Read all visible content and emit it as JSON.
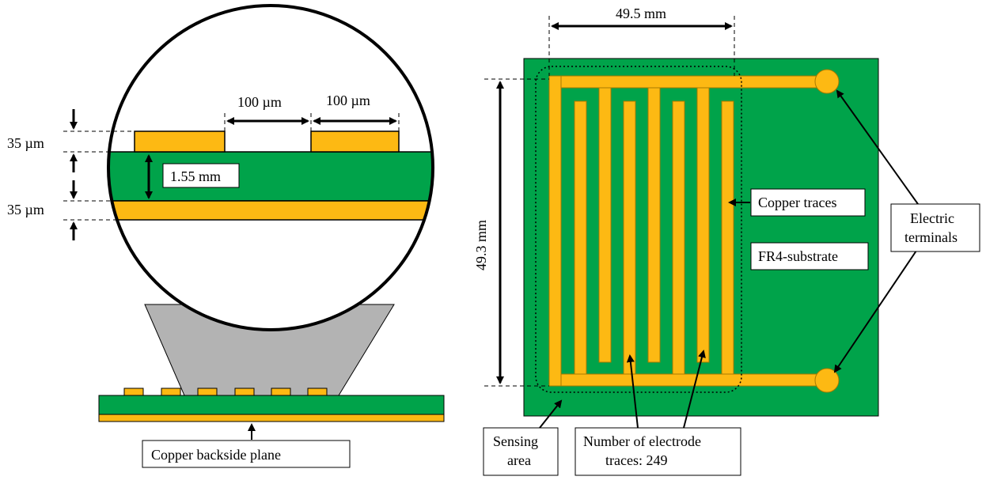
{
  "colors": {
    "substrate": "#00a34a",
    "copper": "#fdb913",
    "copper_edge": "#a87a00",
    "funnel": "#b3b3b3",
    "outline": "#000000"
  },
  "cross_section": {
    "top_trace_thickness": "35 µm",
    "bottom_plane_thickness": "35 µm",
    "substrate_thickness": "1.55 mm",
    "trace_width": "100 µm",
    "trace_gap": "100 µm",
    "backside_label": "Copper backside plane"
  },
  "top_view": {
    "width_dim": "49.5 mm",
    "height_dim": "49.3 mm",
    "copper_traces_label": "Copper traces",
    "substrate_label": "FR4-substrate",
    "terminals_label_line1": "Electric",
    "terminals_label_line2": "terminals",
    "sensing_label_line1": "Sensing",
    "sensing_label_line2": "area",
    "traces_label_line1": "Number of electrode",
    "traces_label_line2": "traces: 249"
  },
  "icons": [
    "arrow-up-icon",
    "arrow-down-icon",
    "double-arrow-icon",
    "terminal-pad-icon"
  ]
}
